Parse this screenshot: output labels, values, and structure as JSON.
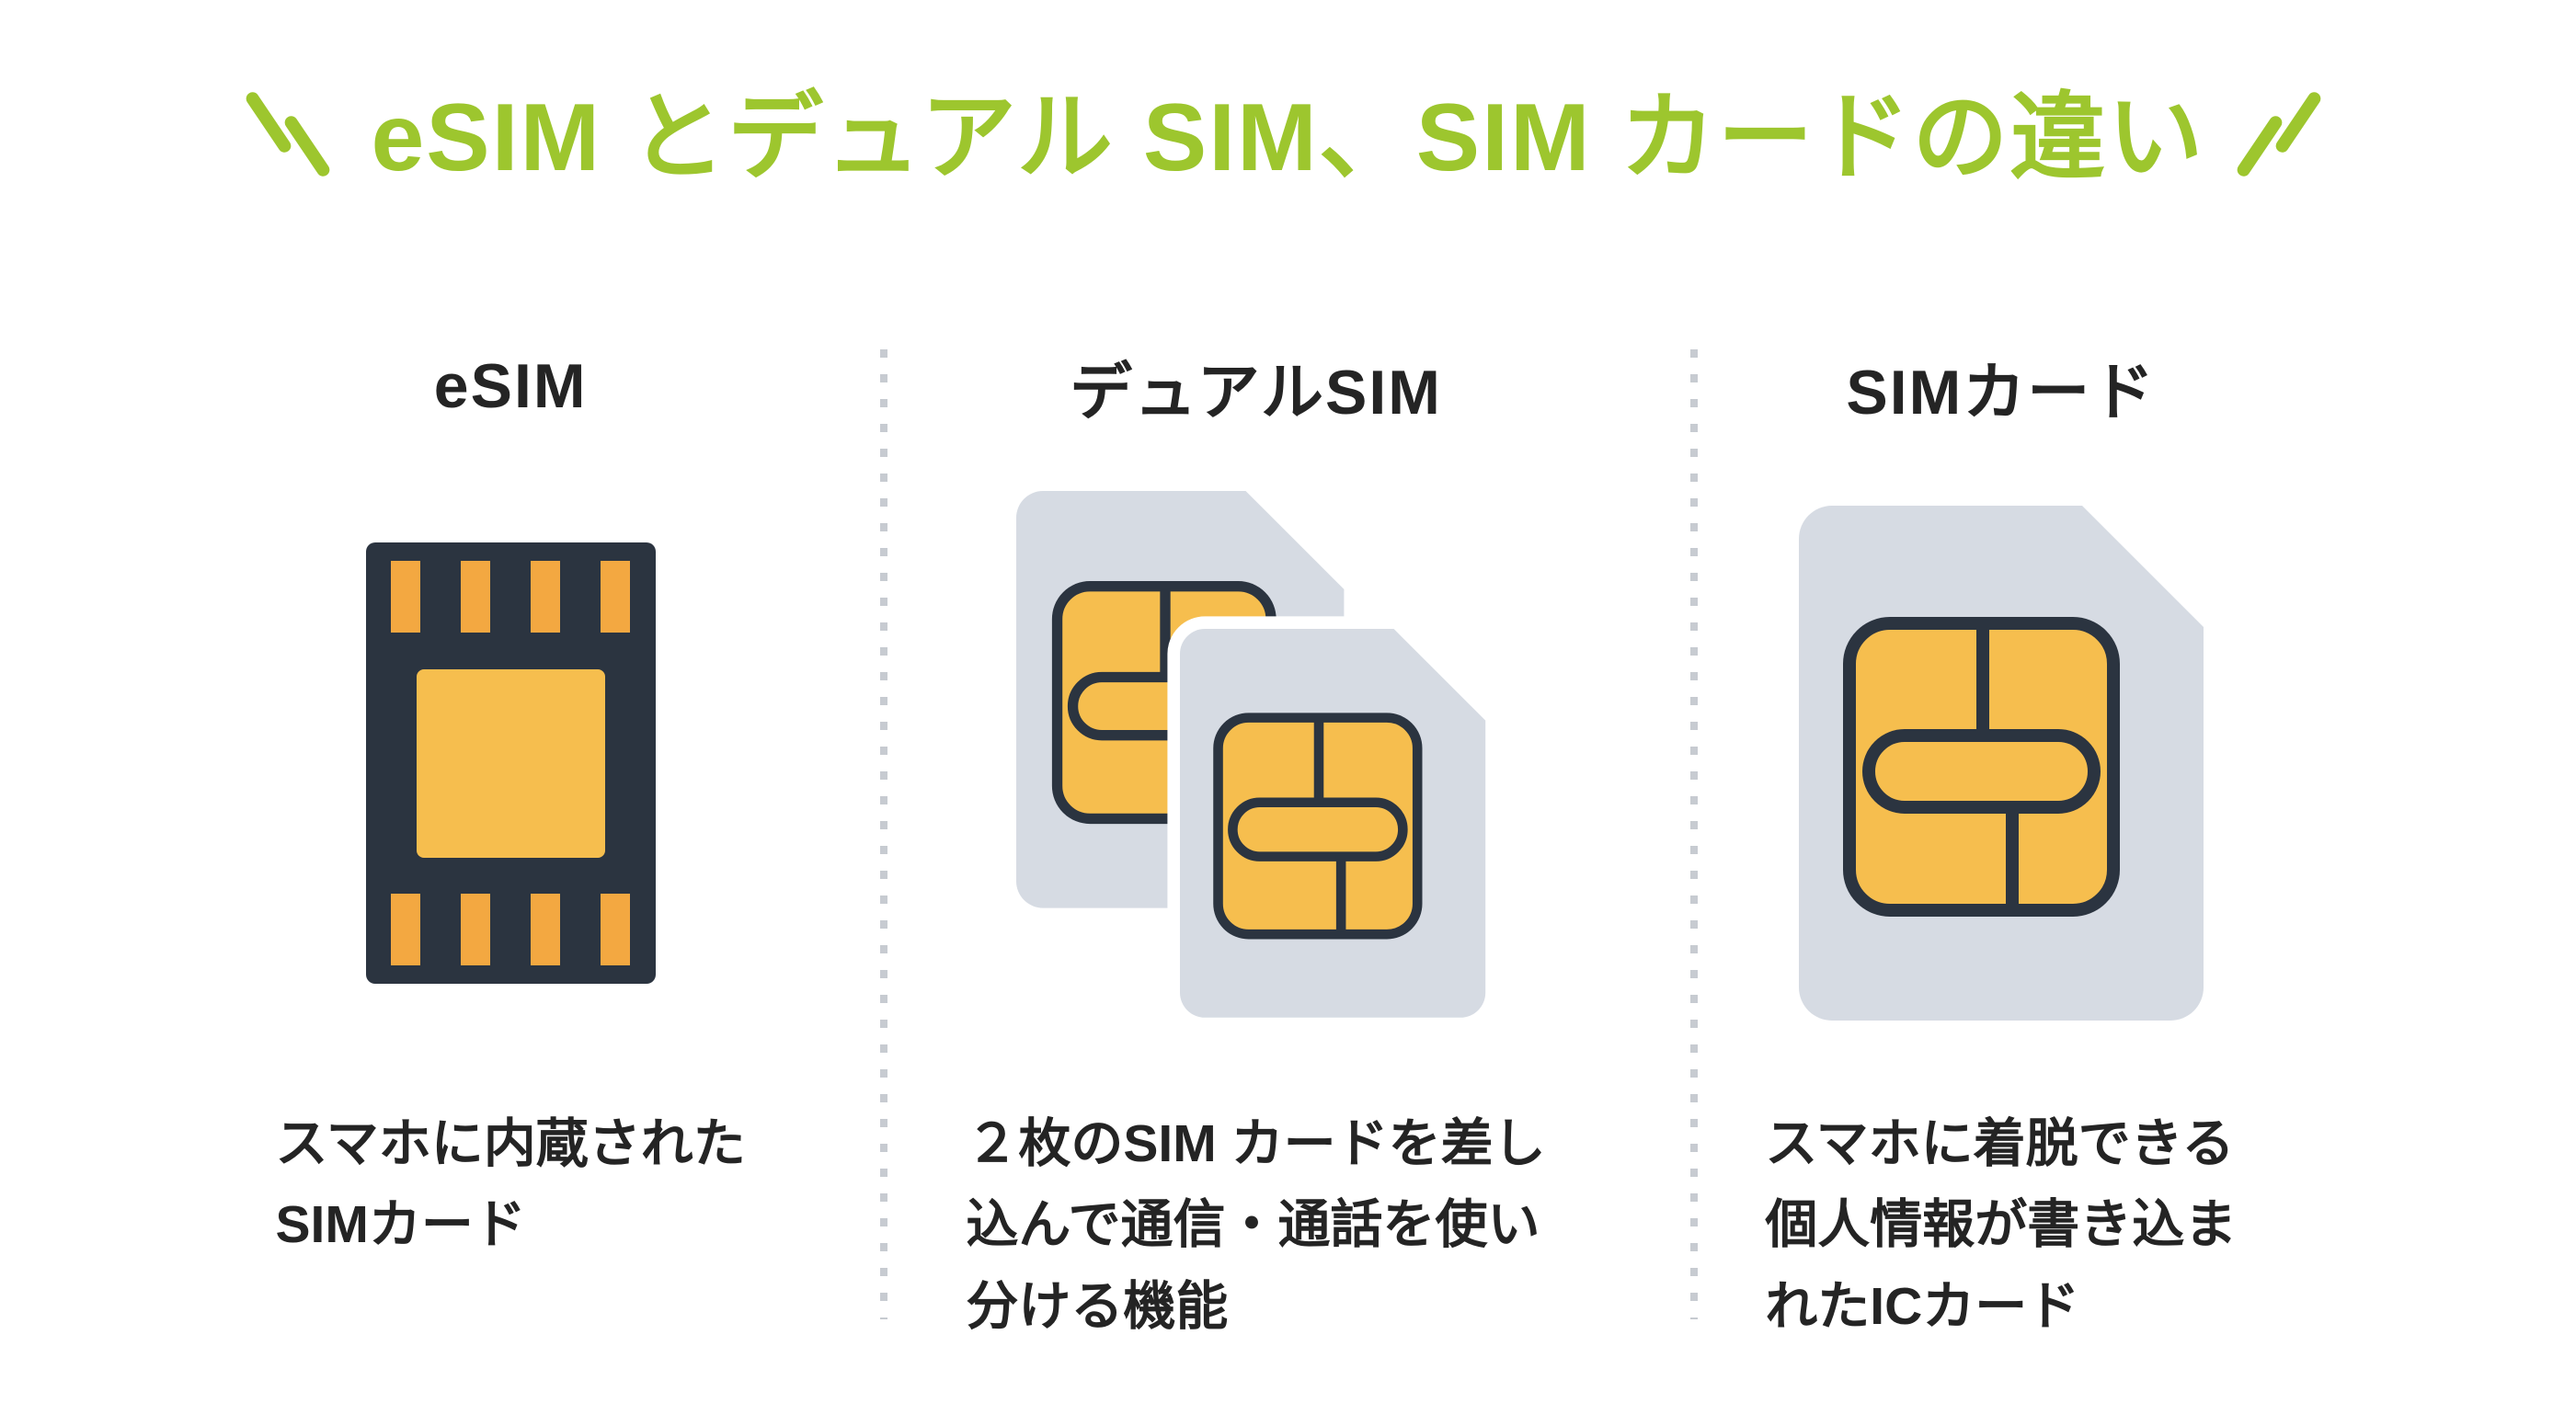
{
  "title": {
    "text": "eSIM とデュアル SIM、SIM カードの違い",
    "decor_left": "＼",
    "decor_right": "／"
  },
  "columns": [
    {
      "header": "eSIM",
      "icon": "esim-chip-icon",
      "description": "スマホに内蔵された\nSIMカード"
    },
    {
      "header": "デュアルSIM",
      "icon": "dual-sim-cards-icon",
      "description": "２枚のSIM カードを差し\n込んで通信・通話を使い\n分ける機能"
    },
    {
      "header": "SIMカード",
      "icon": "sim-card-icon",
      "description": "スマホに着脱できる\n個人情報が書き込ま\nれたICカード"
    }
  ],
  "colors": {
    "title-green": "#9DC62E",
    "text-dark": "#242424",
    "chip-dark": "#2B3440",
    "chip-yellow": "#F6BE4E",
    "stripe-orange": "#F3A841",
    "card-gray": "#D6DBE3",
    "divider-gray": "#C7CBD1",
    "background": "#FFFFFF"
  }
}
